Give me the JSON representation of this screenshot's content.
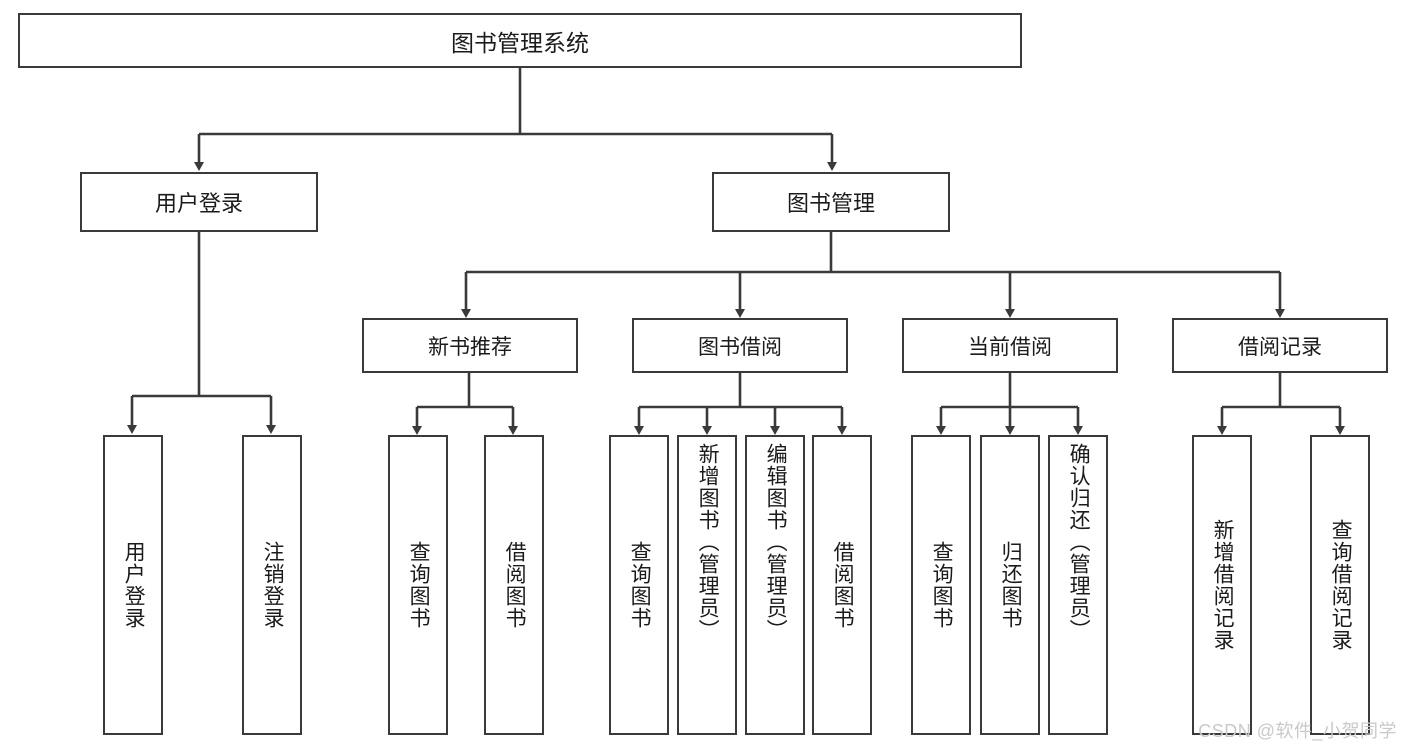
{
  "diagram": {
    "title": "图书管理系统",
    "type": "tree-hierarchy-diagram",
    "root": {
      "label": "图书管理系统"
    },
    "level2": [
      {
        "label": "用户登录"
      },
      {
        "label": "图书管理"
      }
    ],
    "level3": [
      {
        "label": "新书推荐"
      },
      {
        "label": "图书借阅"
      },
      {
        "label": "当前借阅"
      },
      {
        "label": "借阅记录"
      }
    ],
    "leaves": {
      "user_login": [
        {
          "label": "用户登录"
        },
        {
          "label": "注销登录"
        }
      ],
      "new_book_recommend": [
        {
          "label": "查询图书"
        },
        {
          "label": "借阅图书"
        }
      ],
      "book_borrow": [
        {
          "label": "查询图书"
        },
        {
          "label": "新增图书（管理员）"
        },
        {
          "label": "编辑图书（管理员）"
        },
        {
          "label": "借阅图书"
        }
      ],
      "current_borrow": [
        {
          "label": "查询图书"
        },
        {
          "label": "归还图书"
        },
        {
          "label": "确认归还（管理员）"
        }
      ],
      "borrow_record": [
        {
          "label": "新增借阅记录"
        },
        {
          "label": "查询借阅记录"
        }
      ]
    },
    "watermark": "CSDN @软件_小贺同学",
    "colors": {
      "stroke": "#3a3a3a",
      "background": "#ffffff",
      "text": "#1b1b1b",
      "watermark": "#c9c9c9"
    }
  }
}
